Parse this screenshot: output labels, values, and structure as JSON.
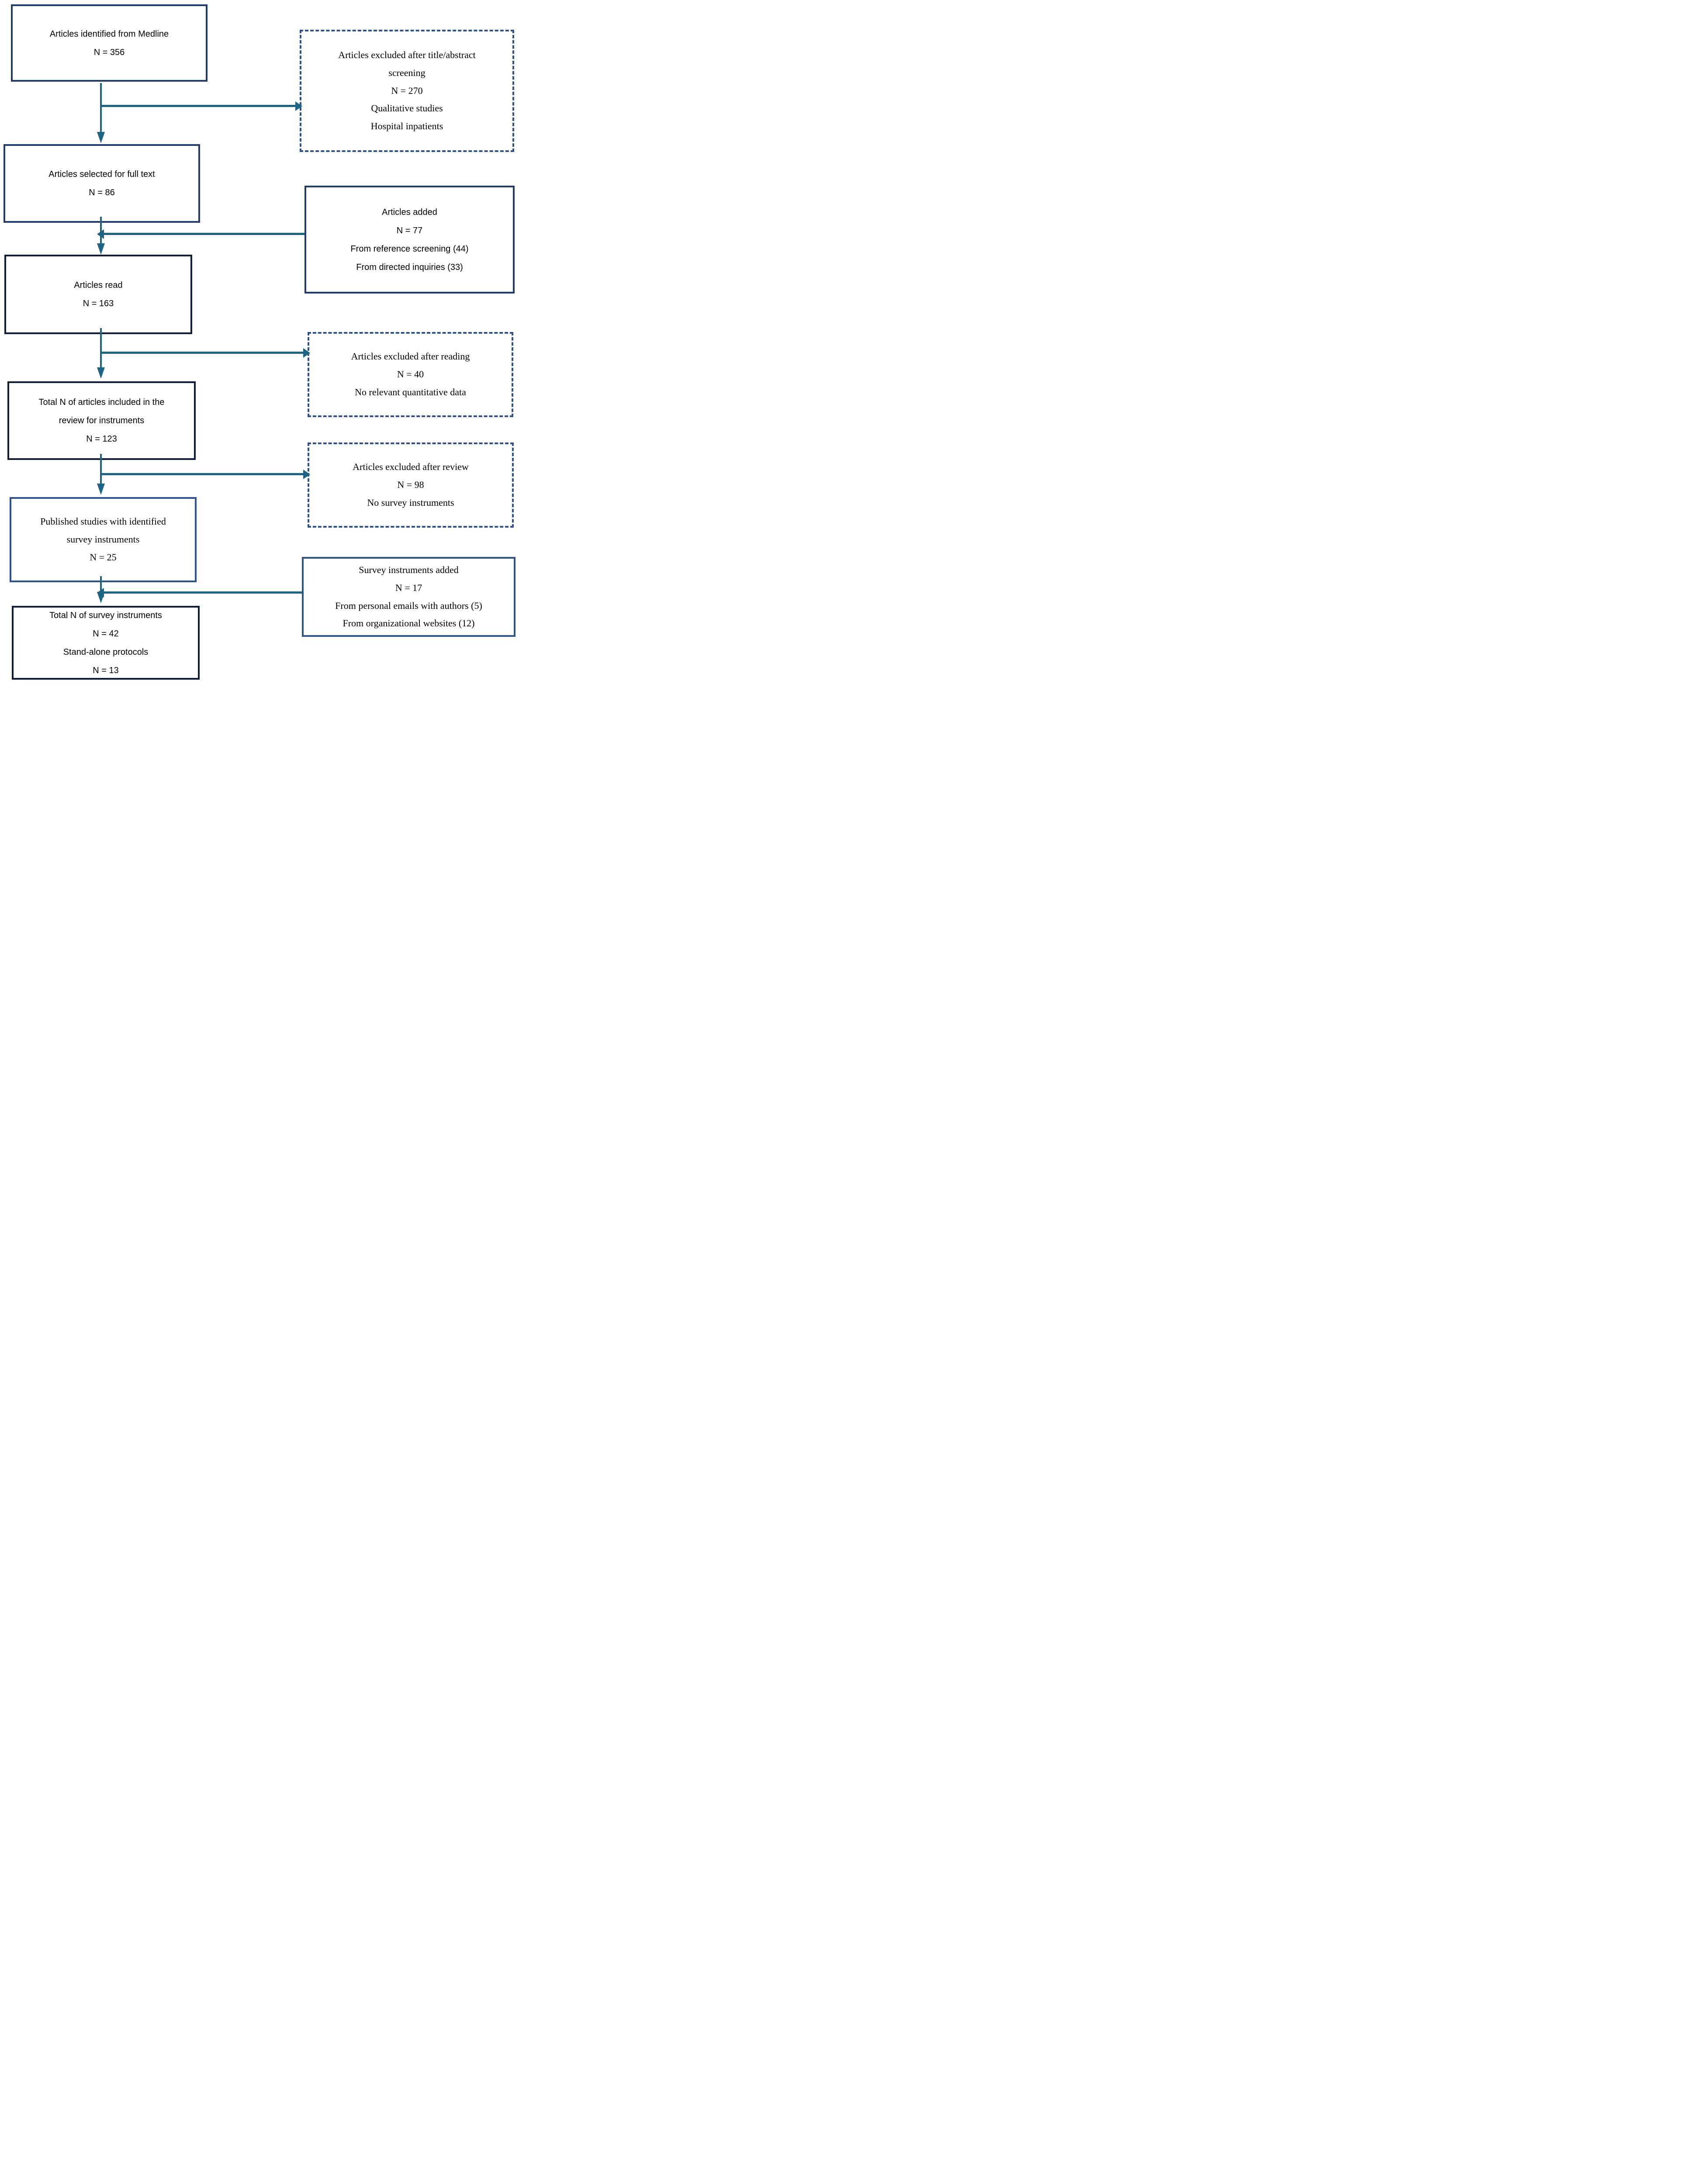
{
  "palette": {
    "background": "#FFFFFF",
    "text": "#000000",
    "box_border_navy": "#223C6B",
    "box_border_dark_navy": "#0F1F3A",
    "box_border_medium_blue": "#2F538E",
    "dashed_border_blue": "#31508C",
    "arrow_teal": "#1E6585"
  },
  "flow": {
    "left_boxes": [
      {
        "id": "identified-medline",
        "lines": [
          "Articles identified from Medline",
          "N = 356"
        ]
      },
      {
        "id": "selected-full-text",
        "lines": [
          "Articles selected for full text",
          "N = 86"
        ]
      },
      {
        "id": "articles-read",
        "lines": [
          "Articles read",
          "N = 163"
        ]
      },
      {
        "id": "included-review",
        "lines": [
          "Total N of articles included in the",
          "review for instruments",
          "N = 123"
        ]
      },
      {
        "id": "published-identified",
        "lines": [
          "Published studies with identified",
          "survey instruments",
          "N = 25"
        ]
      },
      {
        "id": "total-instruments",
        "lines": [
          "Total N of survey instruments",
          "N = 42",
          "Stand-alone protocols",
          "N = 13"
        ]
      }
    ],
    "right_boxes": [
      {
        "id": "excluded-screening",
        "lines": [
          "Articles excluded after title/abstract",
          "screening",
          "N = 270",
          "Qualitative studies",
          "Hospital inpatients"
        ]
      },
      {
        "id": "articles-added",
        "lines": [
          "Articles added",
          "N = 77",
          "From reference screening (44)",
          "From directed inquiries (33)"
        ]
      },
      {
        "id": "excluded-reading",
        "lines": [
          "Articles excluded after reading",
          "N = 40",
          "No relevant quantitative data"
        ]
      },
      {
        "id": "excluded-review",
        "lines": [
          "Articles excluded after review",
          "N = 98",
          "No survey instruments"
        ]
      },
      {
        "id": "instruments-added",
        "lines": [
          "Survey instruments added",
          "N = 17",
          "From personal emails with authors (5)",
          "From organizational websites (12)"
        ]
      }
    ]
  }
}
